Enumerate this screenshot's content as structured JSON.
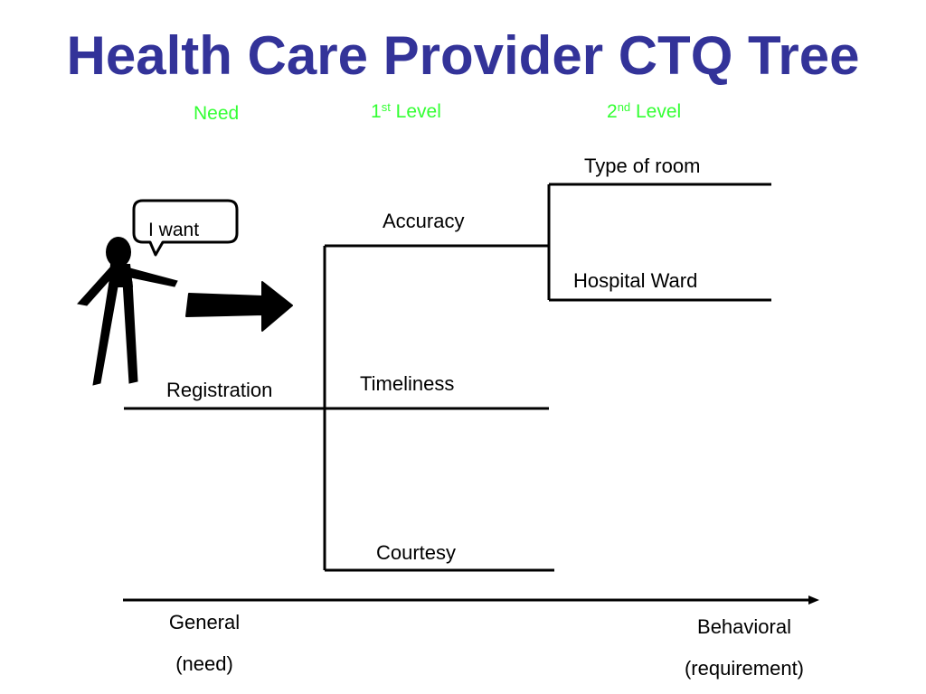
{
  "title": "Health Care Provider CTQ Tree",
  "levels": {
    "need": "Need",
    "first_num": "1",
    "first_sup": "st",
    "first_word": "Level",
    "second_num": "2",
    "second_sup": "nd",
    "second_word": "Level"
  },
  "speech": "I want",
  "nodes": {
    "need": "Registration",
    "level1": [
      "Accuracy",
      "Timeliness",
      "Courtesy"
    ],
    "level2": [
      "Type of room",
      "Hospital Ward"
    ]
  },
  "axis": {
    "left_line1": "General",
    "left_line2": "(need)",
    "right_line1": "Behavioral",
    "right_line2": "(requirement)"
  },
  "colors": {
    "title": "#333399",
    "level_headers": "#33ff33",
    "lines": "#000000"
  },
  "icons": {
    "person": "stick-figure-icon",
    "speech": "speech-bubble-icon",
    "arrow": "right-arrow-icon"
  }
}
